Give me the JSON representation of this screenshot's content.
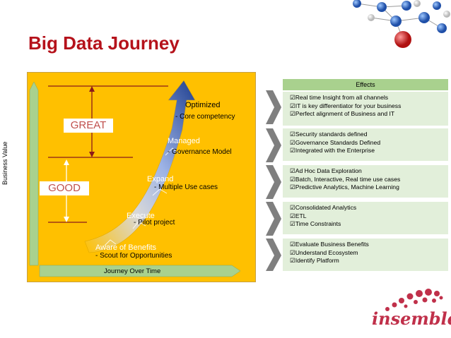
{
  "title": "Big Data Journey",
  "diagram": {
    "y_axis_label": "Business Value",
    "x_axis_label": "Journey Over Time",
    "great_label": "GREAT",
    "good_label": "GOOD",
    "steps": [
      {
        "name": "Aware of Benefits",
        "desc": "-  Scout for Opportunities"
      },
      {
        "name": "Execute",
        "desc": "-  Pilot project"
      },
      {
        "name": "Expand",
        "desc": "-  Multiple Use cases"
      },
      {
        "name": "Managed",
        "desc": "-  Governance Model"
      },
      {
        "name": "Optimized",
        "desc": "- Core  competency"
      }
    ]
  },
  "effects": {
    "header": "Effects",
    "groups": [
      {
        "lines": [
          "Real time Insight from all channels",
          "IT is key differentiator for your business",
          "Perfect alignment of Business and IT"
        ]
      },
      {
        "lines": [
          "Security standards defined",
          "Governance Standards Defined",
          "Integrated with the Enterprise"
        ]
      },
      {
        "lines": [
          "Ad Hoc Data Exploration",
          "Batch, Interactive, Real time use cases",
          "Predictive Analytics, Machine Learning"
        ]
      },
      {
        "lines": [
          "Consolidated Analytics",
          "ETL",
          "Time Constraints"
        ]
      },
      {
        "lines": [
          "Evaluate Business Benefits",
          "Understand Ecosystem",
          "Identify Platform"
        ]
      }
    ]
  },
  "logo": {
    "text": "insemble",
    "colors": {
      "ins": "#7a1f3d",
      "emble": "#c0304a"
    }
  },
  "colors": {
    "title": "#b5121b",
    "panel": "#ffc000",
    "effects_header": "#a9d18e",
    "effects_box": "#e2efda",
    "line_red": "#8b1a1a",
    "badge_text": "#c0504d"
  }
}
